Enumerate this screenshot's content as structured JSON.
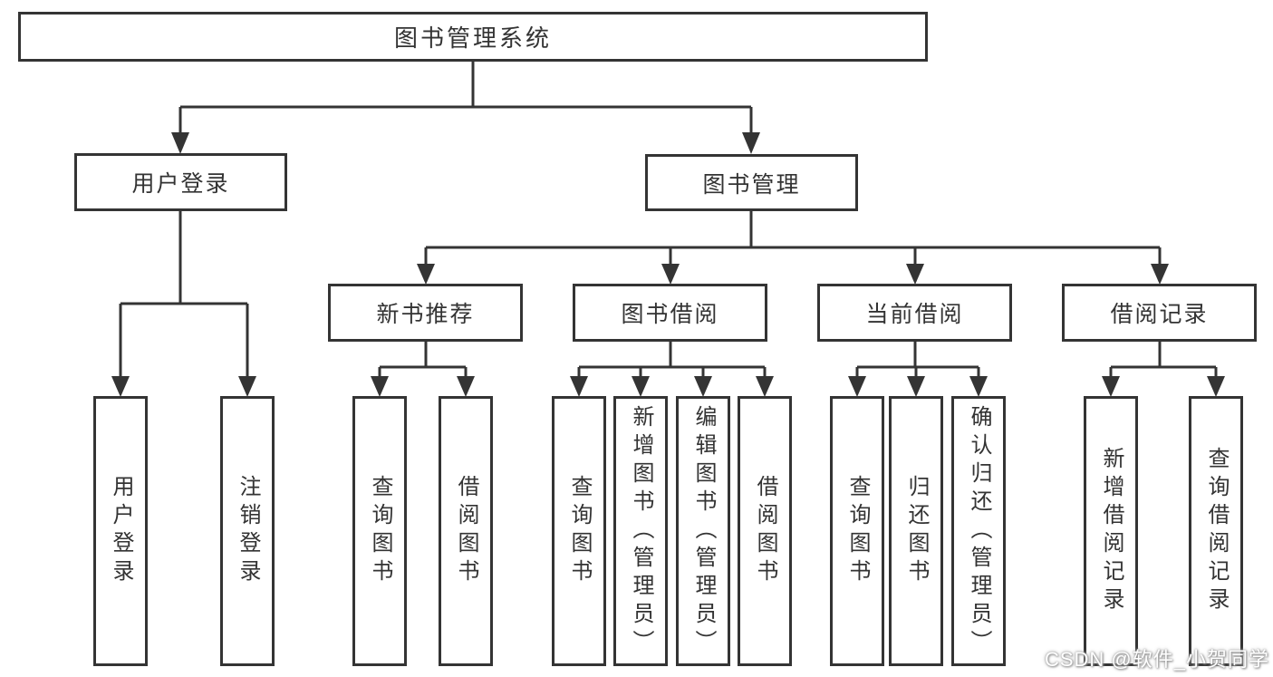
{
  "diagram": {
    "root": {
      "label": "图书管理系统"
    },
    "level2": [
      {
        "id": "user_login",
        "label": "用户登录"
      },
      {
        "id": "book_management",
        "label": "图书管理"
      }
    ],
    "level3": [
      {
        "id": "new_book_recommendation",
        "label": "新书推荐"
      },
      {
        "id": "book_borrowing",
        "label": "图书借阅"
      },
      {
        "id": "current_borrowing",
        "label": "当前借阅"
      },
      {
        "id": "borrowing_records",
        "label": "借阅记录"
      }
    ],
    "leaves": {
      "user_login": [
        "用户登录",
        "注销登录"
      ],
      "new_book_recommendation": [
        "查询图书",
        "借阅图书"
      ],
      "book_borrowing": [
        "查询图书",
        "新增图书（管理员）",
        "编辑图书（管理员）",
        "借阅图书"
      ],
      "current_borrowing": [
        "查询图书",
        "归还图书",
        "确认归还（管理员）"
      ],
      "borrowing_records": [
        "新增借阅记录",
        "查询借阅记录"
      ]
    }
  },
  "watermark": {
    "text": "CSDN @软件_小贺同学"
  },
  "colors": {
    "line": "#343434",
    "text": "#333333",
    "background": "#ffffff",
    "watermark_text": "#ffffff"
  }
}
